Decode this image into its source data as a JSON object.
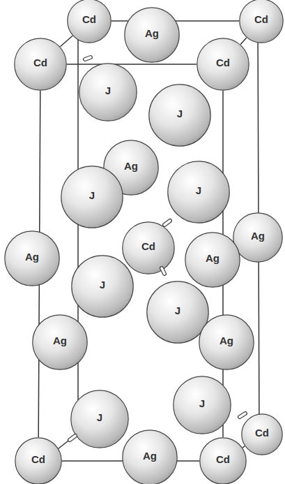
{
  "diagram": {
    "nodes": [
      {
        "text": [
          "Cd"
        ]
      },
      {
        "text": [
          "Ag"
        ]
      },
      {
        "text": [
          "Cd"
        ]
      },
      {
        "text": [
          "Cd"
        ]
      },
      {
        "text": [
          "Cd"
        ]
      },
      {
        "text": [
          "J"
        ]
      },
      {
        "text": [
          "J"
        ]
      },
      {
        "text": [
          "Ag"
        ]
      },
      {
        "text": [
          "J"
        ]
      },
      {
        "text": [
          "J"
        ]
      },
      {
        "text": [
          "Cd"
        ]
      },
      {
        "text": [
          "Ag"
        ]
      },
      {
        "text": [
          "Ag"
        ]
      },
      {
        "text": [
          "Ag"
        ]
      },
      {
        "text": [
          "J"
        ]
      },
      {
        "text": [
          "J"
        ]
      },
      {
        "text": [
          "Ag"
        ]
      },
      {
        "text": [
          "Ag"
        ]
      },
      {
        "text": [
          "J"
        ]
      },
      {
        "text": [
          "J"
        ]
      },
      {
        "text": [
          "Cd"
        ]
      },
      {
        "text": [
          "Ag"
        ]
      },
      {
        "text": [
          "Cd"
        ]
      },
      {
        "text": [
          "Cd"
        ]
      }
    ],
    "edges": [
      {
        "from": 3,
        "to": 4,
        "arrow": "none"
      },
      {
        "from": 0,
        "to": 2,
        "arrow": "none"
      },
      {
        "from": 0,
        "to": 3,
        "arrow": "none"
      },
      {
        "from": 2,
        "to": 4,
        "arrow": "none"
      },
      {
        "from": 3,
        "to": 20,
        "arrow": "none"
      },
      {
        "from": 4,
        "to": 22,
        "arrow": "none"
      },
      {
        "from": 20,
        "to": 22,
        "arrow": "none"
      },
      {
        "from": 22,
        "to": 23,
        "arrow": "none"
      }
    ]
  }
}
